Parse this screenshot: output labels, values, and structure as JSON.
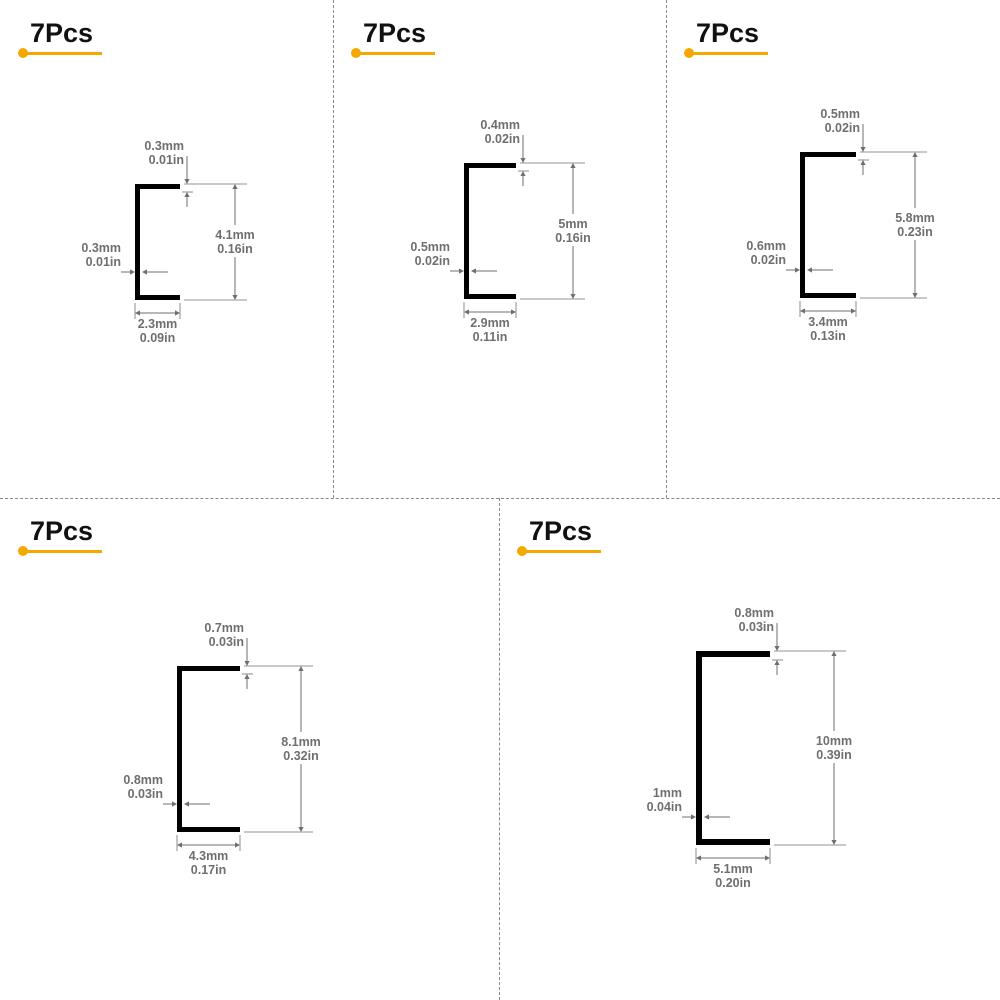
{
  "panels": [
    {
      "quantity": "7Pcs",
      "thickness_top": {
        "mm": "0.3mm",
        "in": "0.01in"
      },
      "height": {
        "mm": "4.1mm",
        "in": "0.16in"
      },
      "thickness_side": {
        "mm": "0.3mm",
        "in": "0.01in"
      },
      "width": {
        "mm": "2.3mm",
        "in": "0.09in"
      }
    },
    {
      "quantity": "7Pcs",
      "thickness_top": {
        "mm": "0.4mm",
        "in": "0.02in"
      },
      "height": {
        "mm": "5mm",
        "in": "0.16in"
      },
      "thickness_side": {
        "mm": "0.5mm",
        "in": "0.02in"
      },
      "width": {
        "mm": "2.9mm",
        "in": "0.11in"
      }
    },
    {
      "quantity": "7Pcs",
      "thickness_top": {
        "mm": "0.5mm",
        "in": "0.02in"
      },
      "height": {
        "mm": "5.8mm",
        "in": "0.23in"
      },
      "thickness_side": {
        "mm": "0.6mm",
        "in": "0.02in"
      },
      "width": {
        "mm": "3.4mm",
        "in": "0.13in"
      }
    },
    {
      "quantity": "7Pcs",
      "thickness_top": {
        "mm": "0.7mm",
        "in": "0.03in"
      },
      "height": {
        "mm": "8.1mm",
        "in": "0.32in"
      },
      "thickness_side": {
        "mm": "0.8mm",
        "in": "0.03in"
      },
      "width": {
        "mm": "4.3mm",
        "in": "0.17in"
      }
    },
    {
      "quantity": "7Pcs",
      "thickness_top": {
        "mm": "0.8mm",
        "in": "0.03in"
      },
      "height": {
        "mm": "10mm",
        "in": "0.39in"
      },
      "thickness_side": {
        "mm": "1mm",
        "in": "0.04in"
      },
      "width": {
        "mm": "5.1mm",
        "in": "0.20in"
      }
    }
  ],
  "colors": {
    "accent": "#f5a800",
    "staple": "#000000",
    "dimension": "#6f6f6f",
    "divider": "#8a8a8a"
  }
}
